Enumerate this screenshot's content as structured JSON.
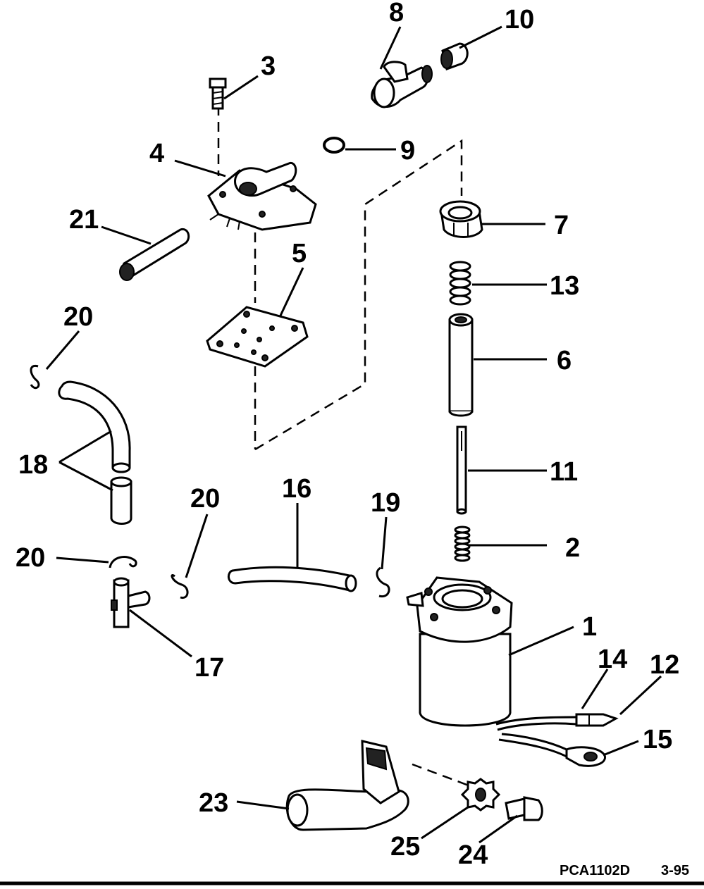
{
  "diagram": {
    "callouts": {
      "c1": "1",
      "c2": "2",
      "c3": "3",
      "c4": "4",
      "c5": "5",
      "c6": "6",
      "c7": "7",
      "c8": "8",
      "c9": "9",
      "c10": "10",
      "c11": "11",
      "c12": "12",
      "c13": "13",
      "c14": "14",
      "c15": "15",
      "c16": "16",
      "c17": "17",
      "c18": "18",
      "c19": "19",
      "c20a": "20",
      "c20b": "20",
      "c20c": "20",
      "c21": "21",
      "c23": "23",
      "c24": "24",
      "c25": "25"
    },
    "footer": {
      "part_code": "PCA1102D",
      "date_code": "3-95"
    }
  }
}
